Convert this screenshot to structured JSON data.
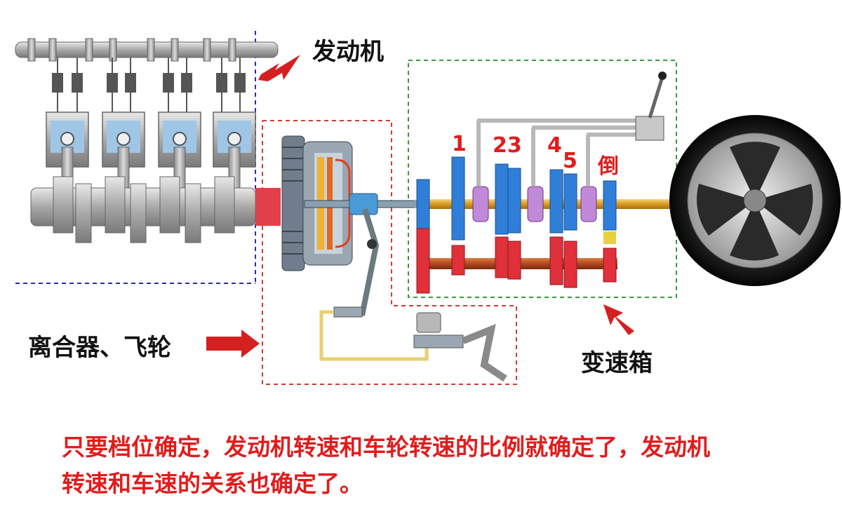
{
  "labels": {
    "engine": "发动机",
    "clutch_flywheel": "离合器、飞轮",
    "gearbox": "变速箱"
  },
  "gear_numbers": {
    "g1": "1",
    "g23": "23",
    "g4": "4",
    "g5": "5",
    "reverse": "倒"
  },
  "caption": {
    "line1": "只要档位确定，发动机转速和车轮转速的比例就确定了，发动机",
    "line2": "转速和车速的关系也确定了。"
  },
  "colors": {
    "arrow_red": "#d42020",
    "engine_box": "#2b2bb0",
    "clutch_box": "#d03a3a",
    "gearbox_box": "#3a9a3a",
    "gear_blue": "#2f7fd8",
    "gear_red": "#e0303a",
    "synchro_purple": "#c08ad8",
    "shaft_orange": "#e0a030"
  }
}
